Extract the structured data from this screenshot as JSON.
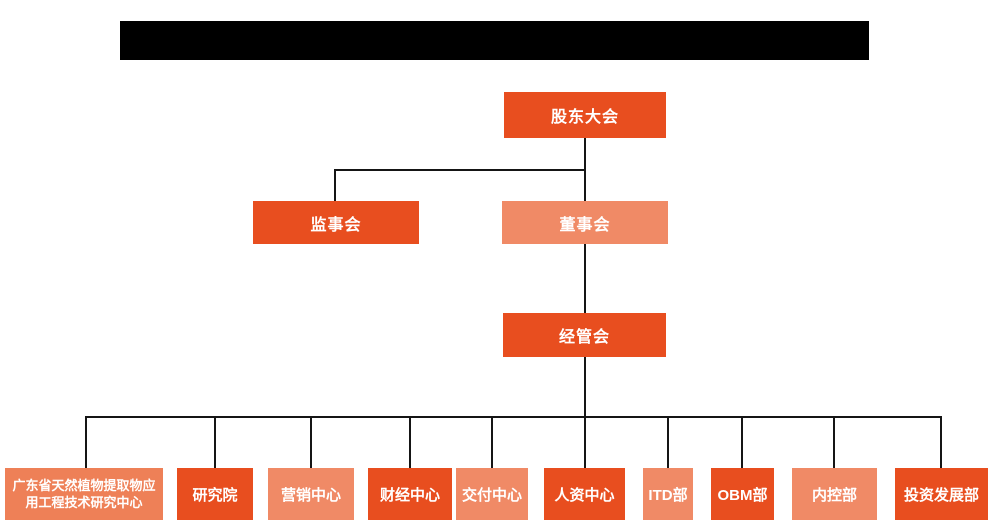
{
  "title_bar": {
    "redacted": true,
    "visible_text": ""
  },
  "colors": {
    "node_primary": "#E84E1F",
    "node_secondary": "#F08A66",
    "node_research_center": "#EE8057",
    "node_text": "#FFFFFF",
    "connector": "#151515",
    "title_bar_fill": "#000000",
    "page_bg": "#FFFFFF"
  },
  "org_chart": {
    "root": {
      "label": "股东大会"
    },
    "level_2": [
      {
        "label": "监事会"
      },
      {
        "label": "董事会"
      }
    ],
    "level_3": [
      {
        "label": "经管会"
      }
    ],
    "departments": [
      {
        "label": "广东省天然植物提取物应用工程技术研究中心",
        "label_lines": [
          "广东省天然植物提取物应",
          "用工程技术研究中心"
        ]
      },
      {
        "label": "研究院"
      },
      {
        "label": "营销中心"
      },
      {
        "label": "财经中心"
      },
      {
        "label": "交付中心"
      },
      {
        "label": "人资中心"
      },
      {
        "label": "ITD部"
      },
      {
        "label": "OBM部"
      },
      {
        "label": "内控部"
      },
      {
        "label": "投资发展部"
      }
    ]
  }
}
